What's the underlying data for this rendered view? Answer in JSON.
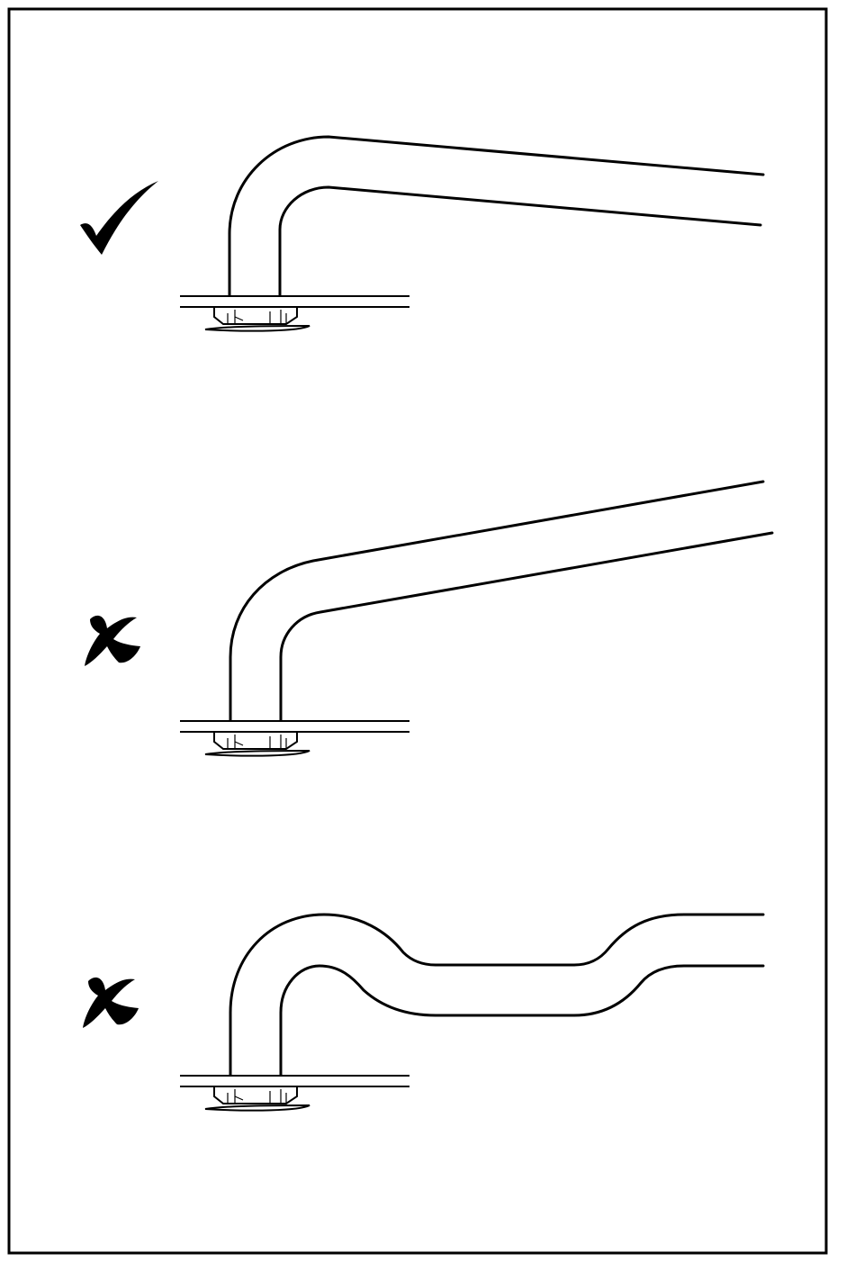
{
  "diagram": {
    "panels": [
      {
        "id": "correct",
        "verdict": "correct",
        "mark_icon": "check-mark-icon",
        "pipe_shape": "bend-then-slight-downward-run"
      },
      {
        "id": "wrong-upward",
        "verdict": "incorrect",
        "mark_icon": "cross-mark-icon",
        "pipe_shape": "bend-then-upward-run"
      },
      {
        "id": "wrong-dip",
        "verdict": "incorrect",
        "mark_icon": "cross-mark-icon",
        "pipe_shape": "bend-then-dip-and-rise"
      }
    ],
    "colors": {
      "line": "#000000",
      "background": "#ffffff"
    }
  }
}
